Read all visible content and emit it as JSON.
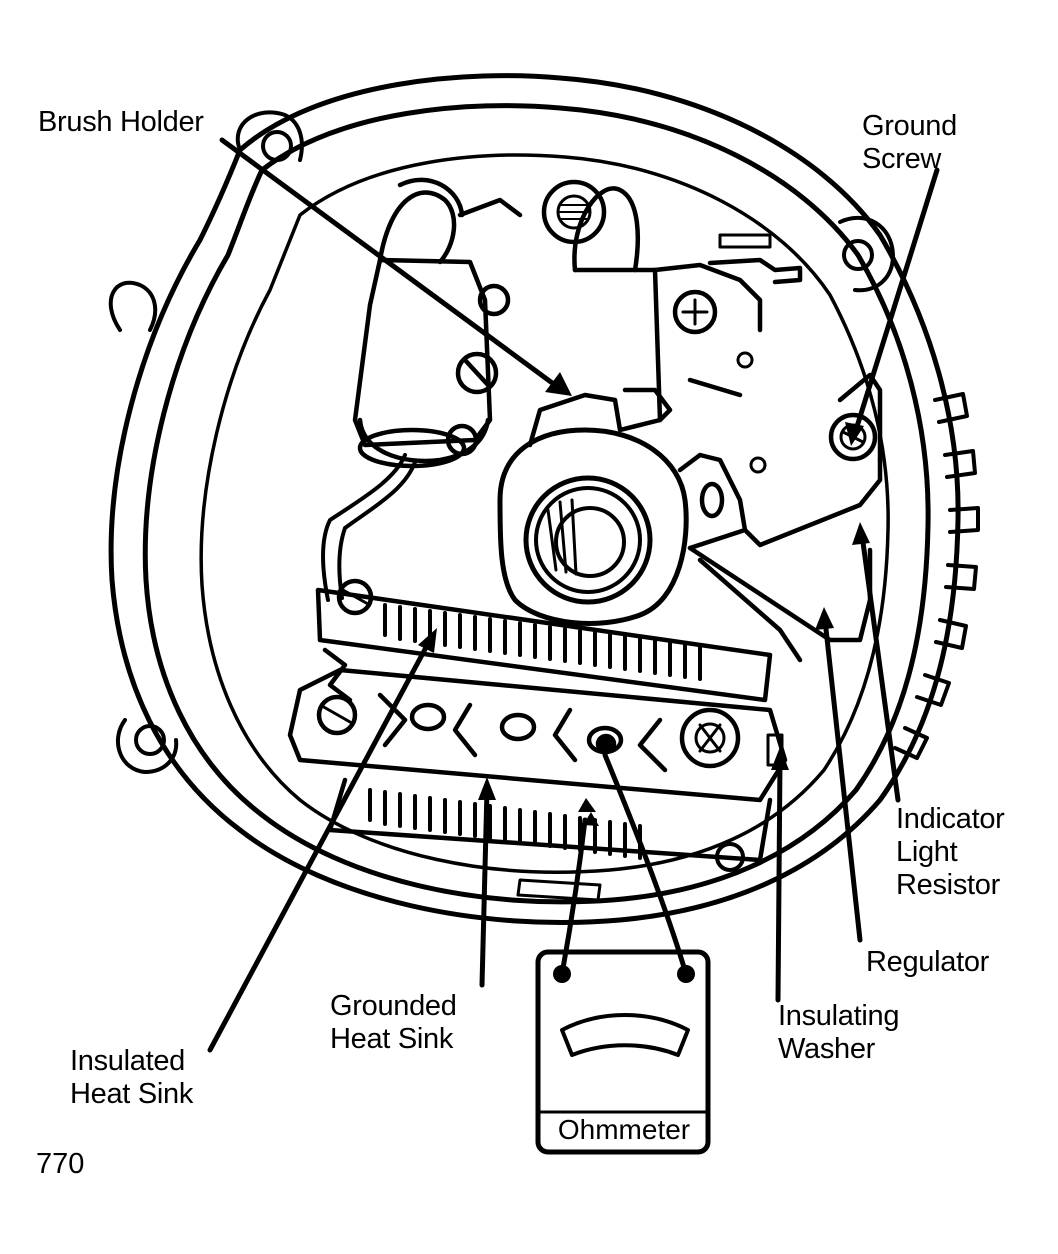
{
  "labels": {
    "brush_holder": "Brush Holder",
    "ground_screw": [
      "Ground",
      "Screw"
    ],
    "indicator_light_resistor": [
      "Indicator",
      "Light",
      "Resistor"
    ],
    "regulator": "Regulator",
    "insulating_washer": [
      "Insulating",
      "Washer"
    ],
    "grounded_heat_sink": [
      "Grounded",
      "Heat Sink"
    ],
    "insulated_heat_sink": [
      "Insulated",
      "Heat Sink"
    ],
    "ohmmeter": "Ohmmeter"
  },
  "figure_number": "770"
}
